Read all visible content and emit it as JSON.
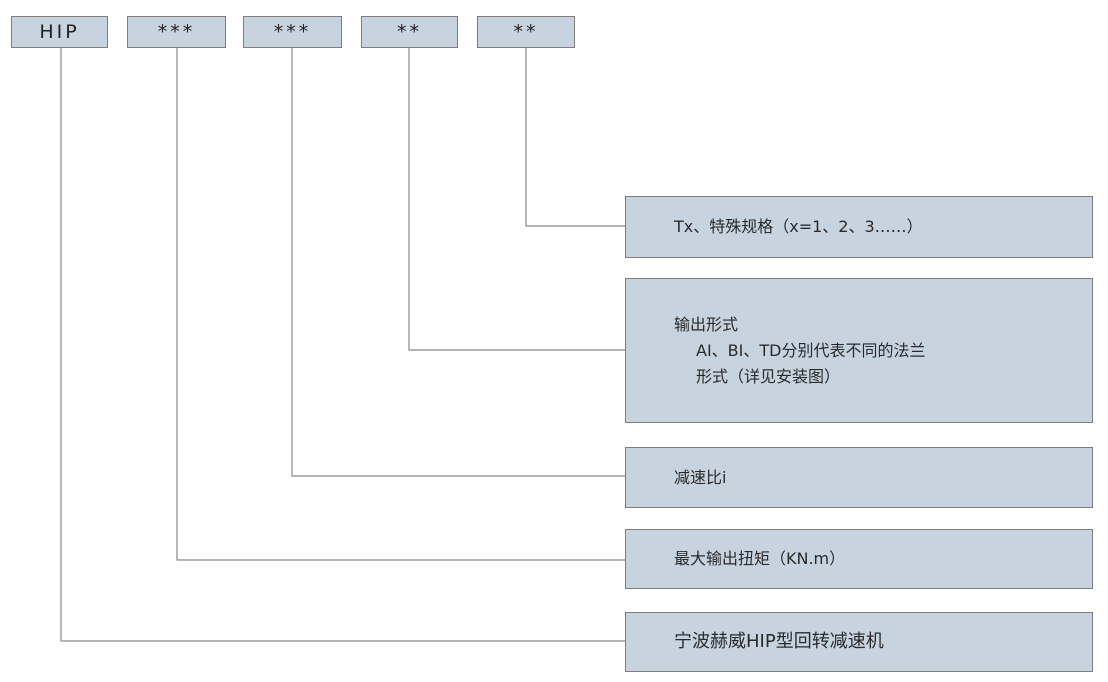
{
  "codes": [
    "HIP",
    "***",
    "***",
    "**",
    "**"
  ],
  "descriptions": {
    "special": "Tx、特殊规格（x=1、2、3……）",
    "output_title": "输出形式",
    "output_line1": "AI、BI、TD分别代表不同的法兰",
    "output_line2": "形式（详见安装图）",
    "ratio": "减速比i",
    "torque": "最大输出扭矩（KN.m）",
    "product": "宁波赫威HIP型回转减速机"
  },
  "colors": {
    "box_fill": "#c8d3e0",
    "border": "#7d7d7d",
    "line": "#8a8a8a"
  }
}
